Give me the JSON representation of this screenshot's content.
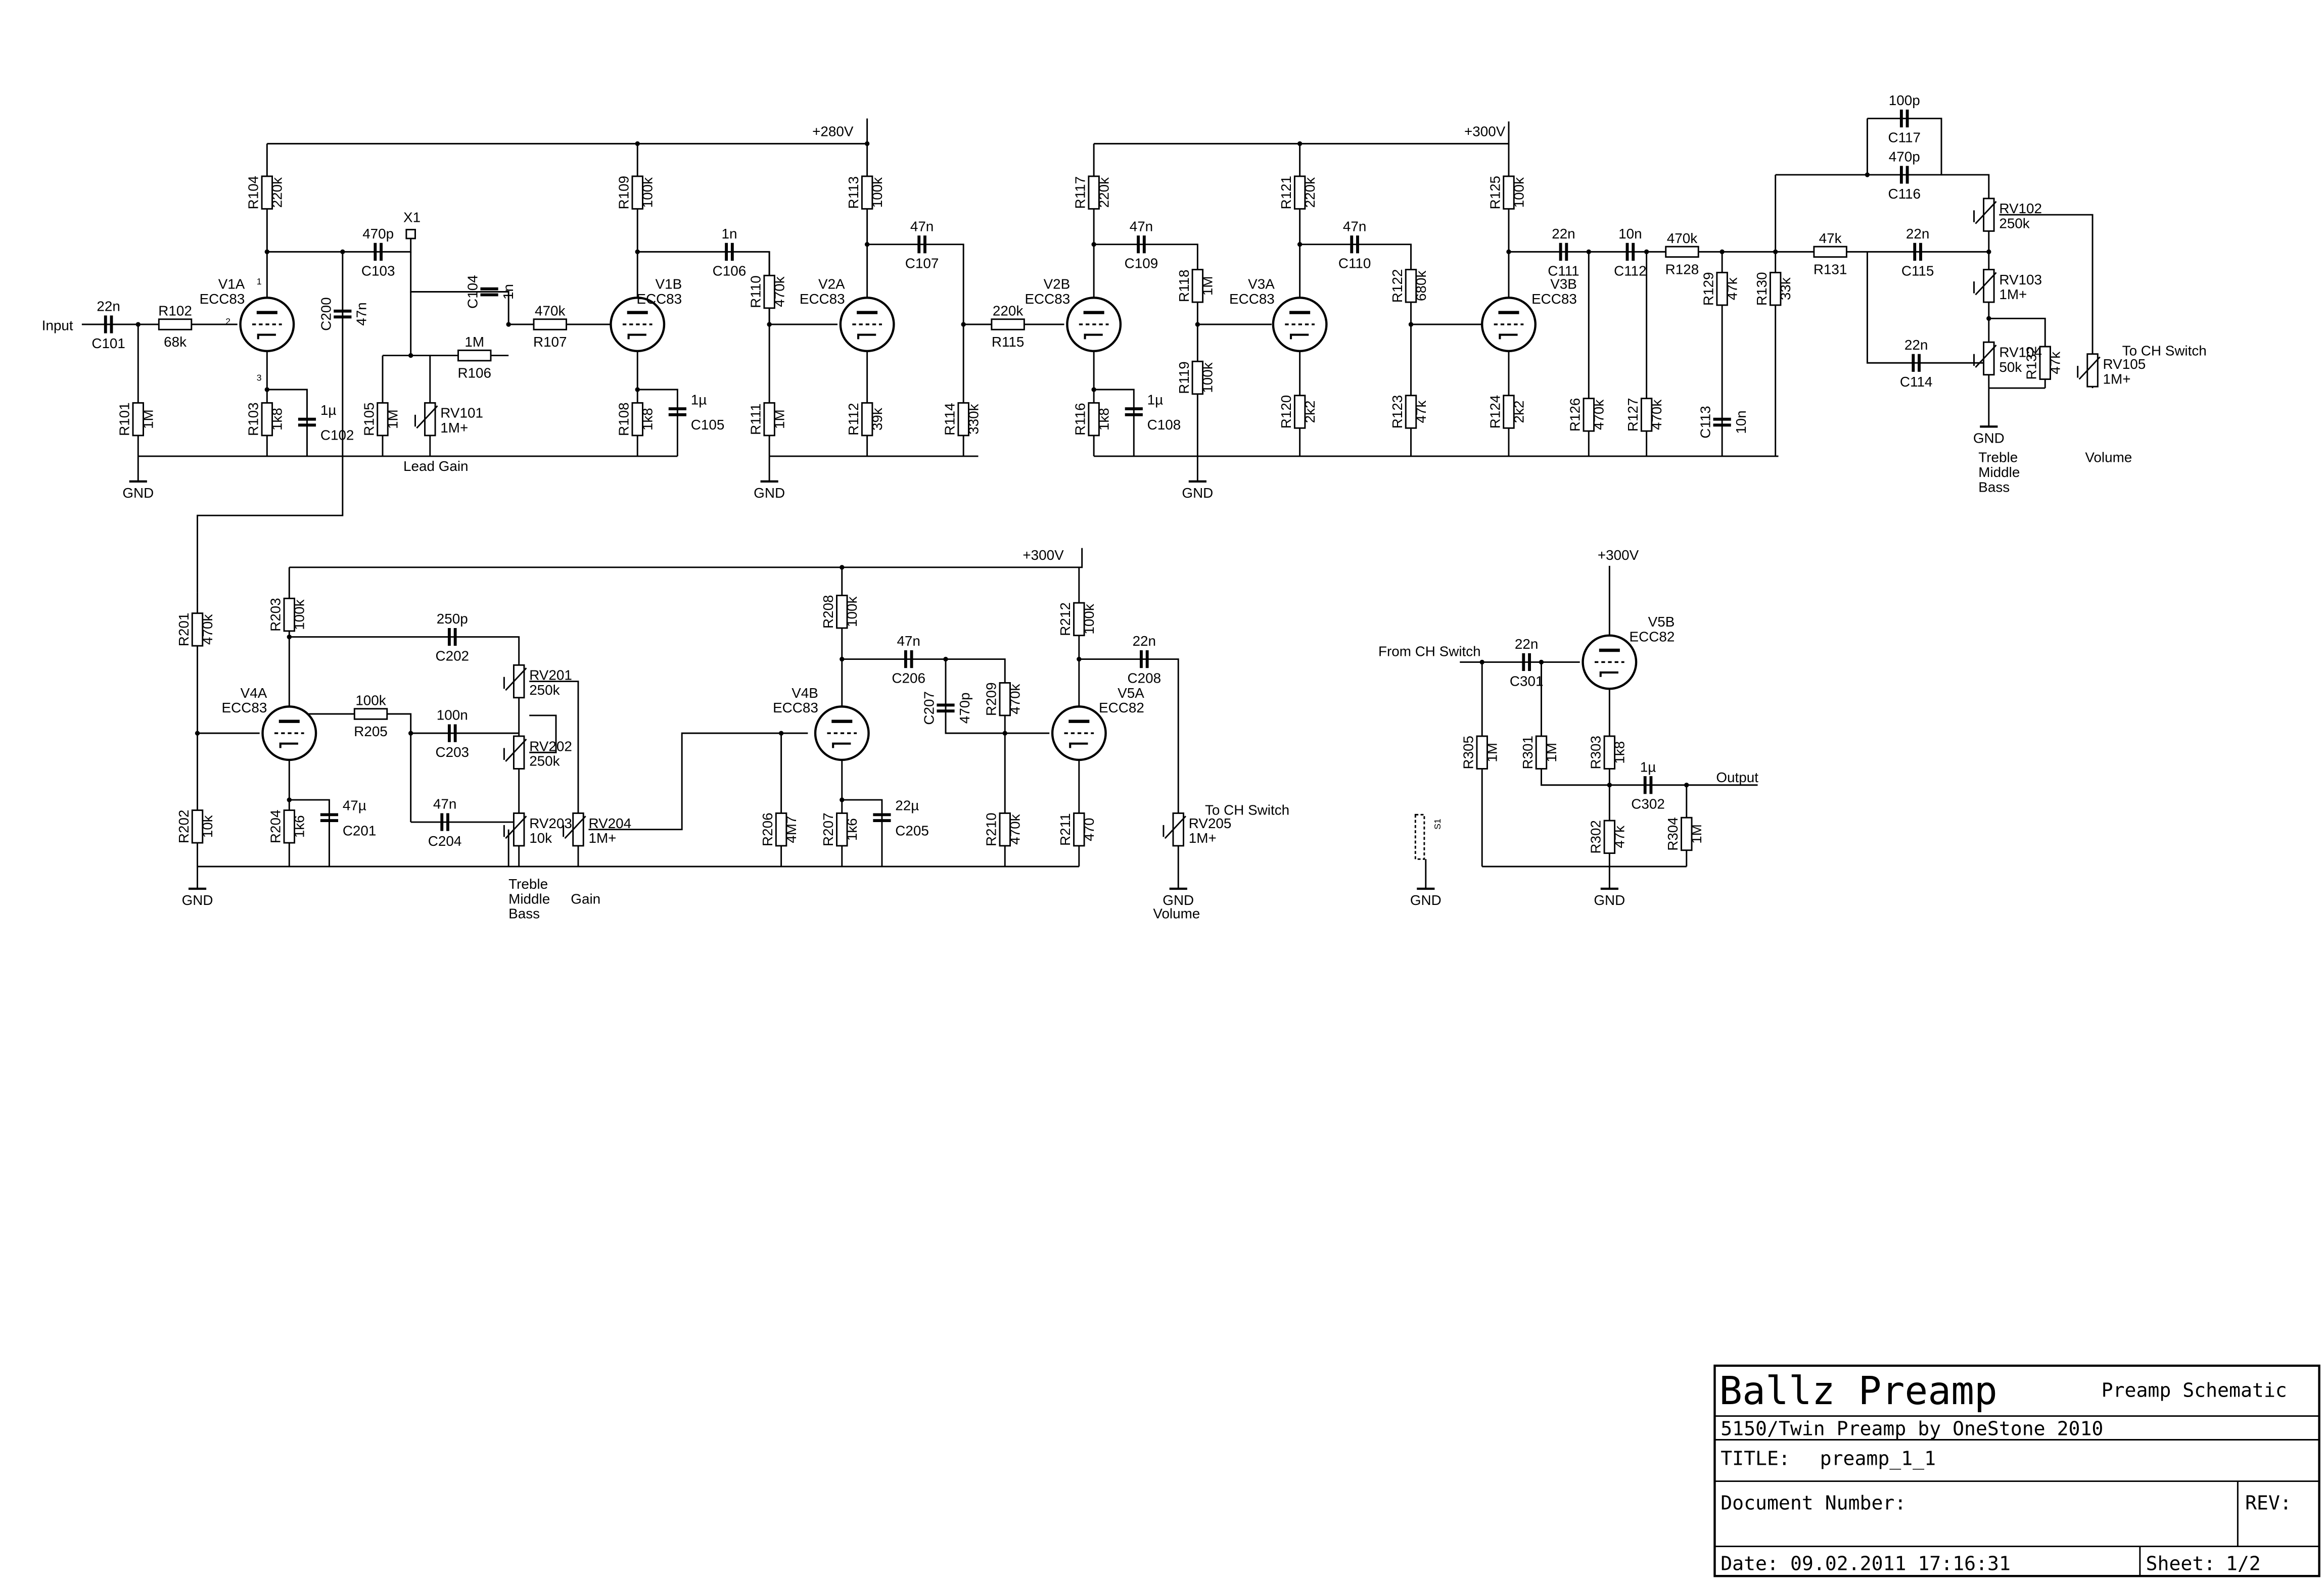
{
  "title_block": {
    "project": "Ballz Preamp",
    "sheet_type": "Preamp Schematic",
    "subtitle": "5150/Twin Preamp by OneStone 2010",
    "title_label": "TITLE:",
    "title_value": "preamp_1_1",
    "docnum_label": "Document Number:",
    "rev_label": "REV:",
    "date_label": "Date:",
    "date_value": "09.02.2011 17:16:31",
    "sheet_label": "Sheet:",
    "sheet_value": "1/2"
  },
  "rails": {
    "b280": "+280V",
    "b300a": "+300V",
    "b300b": "+300V",
    "b300c": "+300V"
  },
  "tubes": [
    {
      "name": "V1A",
      "type": "ECC83"
    },
    {
      "name": "V1B",
      "type": "ECC83"
    },
    {
      "name": "V2A",
      "type": "ECC83"
    },
    {
      "name": "V2B",
      "type": "ECC83"
    },
    {
      "name": "V3A",
      "type": "ECC83"
    },
    {
      "name": "V3B",
      "type": "ECC83"
    },
    {
      "name": "V4A",
      "type": "ECC83"
    },
    {
      "name": "V4B",
      "type": "ECC83"
    },
    {
      "name": "V5A",
      "type": "ECC82"
    },
    {
      "name": "V5B",
      "type": "ECC82"
    }
  ],
  "resistors": [
    {
      "ref": "R101",
      "val": "1M"
    },
    {
      "ref": "R102",
      "val": "68k"
    },
    {
      "ref": "R103",
      "val": "1k8"
    },
    {
      "ref": "R104",
      "val": "220k"
    },
    {
      "ref": "R105",
      "val": "1M"
    },
    {
      "ref": "R106",
      "val": "1M"
    },
    {
      "ref": "R107",
      "val": "470k"
    },
    {
      "ref": "R108",
      "val": "1k8"
    },
    {
      "ref": "R109",
      "val": "100k"
    },
    {
      "ref": "R110",
      "val": "470k"
    },
    {
      "ref": "R111",
      "val": "1M"
    },
    {
      "ref": "R112",
      "val": "39k"
    },
    {
      "ref": "R113",
      "val": "100k"
    },
    {
      "ref": "R114",
      "val": "330k"
    },
    {
      "ref": "R115",
      "val": "220k"
    },
    {
      "ref": "R116",
      "val": "1k8"
    },
    {
      "ref": "R117",
      "val": "220k"
    },
    {
      "ref": "R118",
      "val": "1M"
    },
    {
      "ref": "R119",
      "val": "100k"
    },
    {
      "ref": "R120",
      "val": "2k2"
    },
    {
      "ref": "R121",
      "val": "220k"
    },
    {
      "ref": "R122",
      "val": "680k"
    },
    {
      "ref": "R123",
      "val": "47k"
    },
    {
      "ref": "R124",
      "val": "2k2"
    },
    {
      "ref": "R125",
      "val": "100k"
    },
    {
      "ref": "R126",
      "val": "470k"
    },
    {
      "ref": "R127",
      "val": "470k"
    },
    {
      "ref": "R128",
      "val": "470k"
    },
    {
      "ref": "R129",
      "val": "47k"
    },
    {
      "ref": "R130",
      "val": "33k"
    },
    {
      "ref": "R131",
      "val": "47k"
    },
    {
      "ref": "R132",
      "val": "47k"
    },
    {
      "ref": "R201",
      "val": "470k"
    },
    {
      "ref": "R202",
      "val": "10k"
    },
    {
      "ref": "R203",
      "val": "100k"
    },
    {
      "ref": "R204",
      "val": "1k6"
    },
    {
      "ref": "R205",
      "val": "100k"
    },
    {
      "ref": "R206",
      "val": "4M7"
    },
    {
      "ref": "R207",
      "val": "1k6"
    },
    {
      "ref": "R208",
      "val": "100k"
    },
    {
      "ref": "R209",
      "val": "470k"
    },
    {
      "ref": "R210",
      "val": "470k"
    },
    {
      "ref": "R211",
      "val": "470"
    },
    {
      "ref": "R212",
      "val": "100k"
    },
    {
      "ref": "R301",
      "val": "1M"
    },
    {
      "ref": "R302",
      "val": "47k"
    },
    {
      "ref": "R303",
      "val": "1k8"
    },
    {
      "ref": "R304",
      "val": "1M"
    },
    {
      "ref": "R305",
      "val": "1M"
    }
  ],
  "capacitors": [
    {
      "ref": "C101",
      "val": "22n"
    },
    {
      "ref": "C102",
      "val": "1µ"
    },
    {
      "ref": "C103",
      "val": "470p"
    },
    {
      "ref": "C104",
      "val": "1n"
    },
    {
      "ref": "C105",
      "val": "1µ"
    },
    {
      "ref": "C106",
      "val": "1n"
    },
    {
      "ref": "C107",
      "val": "47n"
    },
    {
      "ref": "C108",
      "val": "1µ"
    },
    {
      "ref": "C109",
      "val": "47n"
    },
    {
      "ref": "C110",
      "val": "47n"
    },
    {
      "ref": "C111",
      "val": "22n"
    },
    {
      "ref": "C112",
      "val": "10n"
    },
    {
      "ref": "C113",
      "val": "10n"
    },
    {
      "ref": "C114",
      "val": "22n"
    },
    {
      "ref": "C115",
      "val": "22n"
    },
    {
      "ref": "C116",
      "val": "470p"
    },
    {
      "ref": "C117",
      "val": "100p"
    },
    {
      "ref": "C200",
      "val": "47n"
    },
    {
      "ref": "C201",
      "val": "47µ"
    },
    {
      "ref": "C202",
      "val": "250p"
    },
    {
      "ref": "C203",
      "val": "100n"
    },
    {
      "ref": "C204",
      "val": "47n"
    },
    {
      "ref": "C205",
      "val": "22µ"
    },
    {
      "ref": "C206",
      "val": "47n"
    },
    {
      "ref": "C207",
      "val": "470p"
    },
    {
      "ref": "C208",
      "val": "22n"
    },
    {
      "ref": "C301",
      "val": "22n"
    },
    {
      "ref": "C302",
      "val": "1µ"
    }
  ],
  "pots": [
    {
      "ref": "RV101",
      "val": "1M+"
    },
    {
      "ref": "RV102",
      "val": "250k"
    },
    {
      "ref": "RV103",
      "val": "1M+"
    },
    {
      "ref": "RV104",
      "val": "50k"
    },
    {
      "ref": "RV105",
      "val": "1M+"
    },
    {
      "ref": "RV201",
      "val": "250k"
    },
    {
      "ref": "RV202",
      "val": "250k"
    },
    {
      "ref": "RV203",
      "val": "10k"
    },
    {
      "ref": "RV204",
      "val": "1M+"
    },
    {
      "ref": "RV205",
      "val": "1M+"
    }
  ],
  "labels": {
    "input": "Input",
    "output": "Output",
    "gnd": "GND",
    "x1": "X1",
    "s1": "S1",
    "lead_gain": "Lead Gain",
    "treble": "Treble",
    "middle": "Middle",
    "bass": "Bass",
    "volume": "Volume",
    "gain": "Gain",
    "to_ch_switch": "To CH Switch",
    "from_ch_switch": "From CH Switch"
  }
}
